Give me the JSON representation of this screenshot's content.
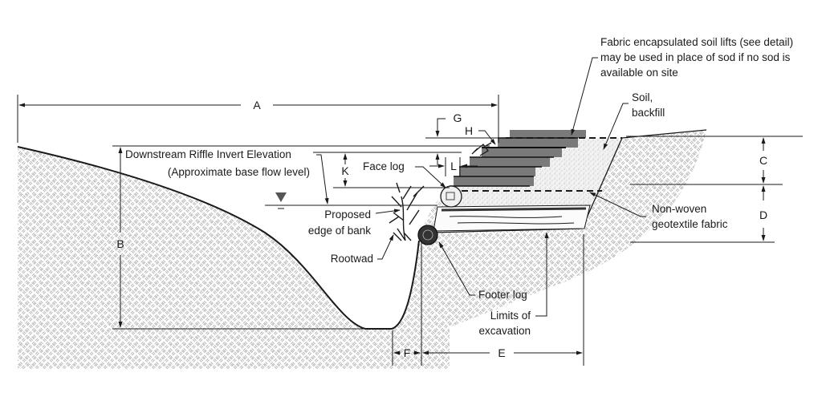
{
  "diagram": {
    "title": "Streambank toe wood / rootwad cross-section",
    "dimensions": {
      "A": "A",
      "B": "B",
      "C": "C",
      "D": "D",
      "E": "E",
      "F": "F",
      "G": "G",
      "H": "H",
      "K": "K",
      "L": "L"
    },
    "labels": {
      "fabric_lifts_line1": "Fabric encapsulated soil lifts (see detail)",
      "fabric_lifts_line2": "may be used in place of sod if no sod is",
      "fabric_lifts_line3": "available on site",
      "soil_line1": "Soil,",
      "soil_line2": "backfill",
      "riffle_line1": "Downstream Riffle Invert Elevation",
      "riffle_line2": "(Approximate base flow level)",
      "face_log": "Face log",
      "proposed_line1": "Proposed",
      "proposed_line2": "edge of bank",
      "rootwad": "Rootwad",
      "geotextile_line1": "Non-woven",
      "geotextile_line2": "geotextile fabric",
      "footer_log": "Footer log",
      "limits_line1": "Limits of",
      "limits_line2": "excavation"
    },
    "symbols": {
      "water_surface": "water-level-triangle-icon"
    },
    "colors": {
      "ink": "#1a1a1a",
      "hatch": "#b5b5b5",
      "sod": "#7a7a7a",
      "backfill": "#e6e6e6"
    }
  }
}
